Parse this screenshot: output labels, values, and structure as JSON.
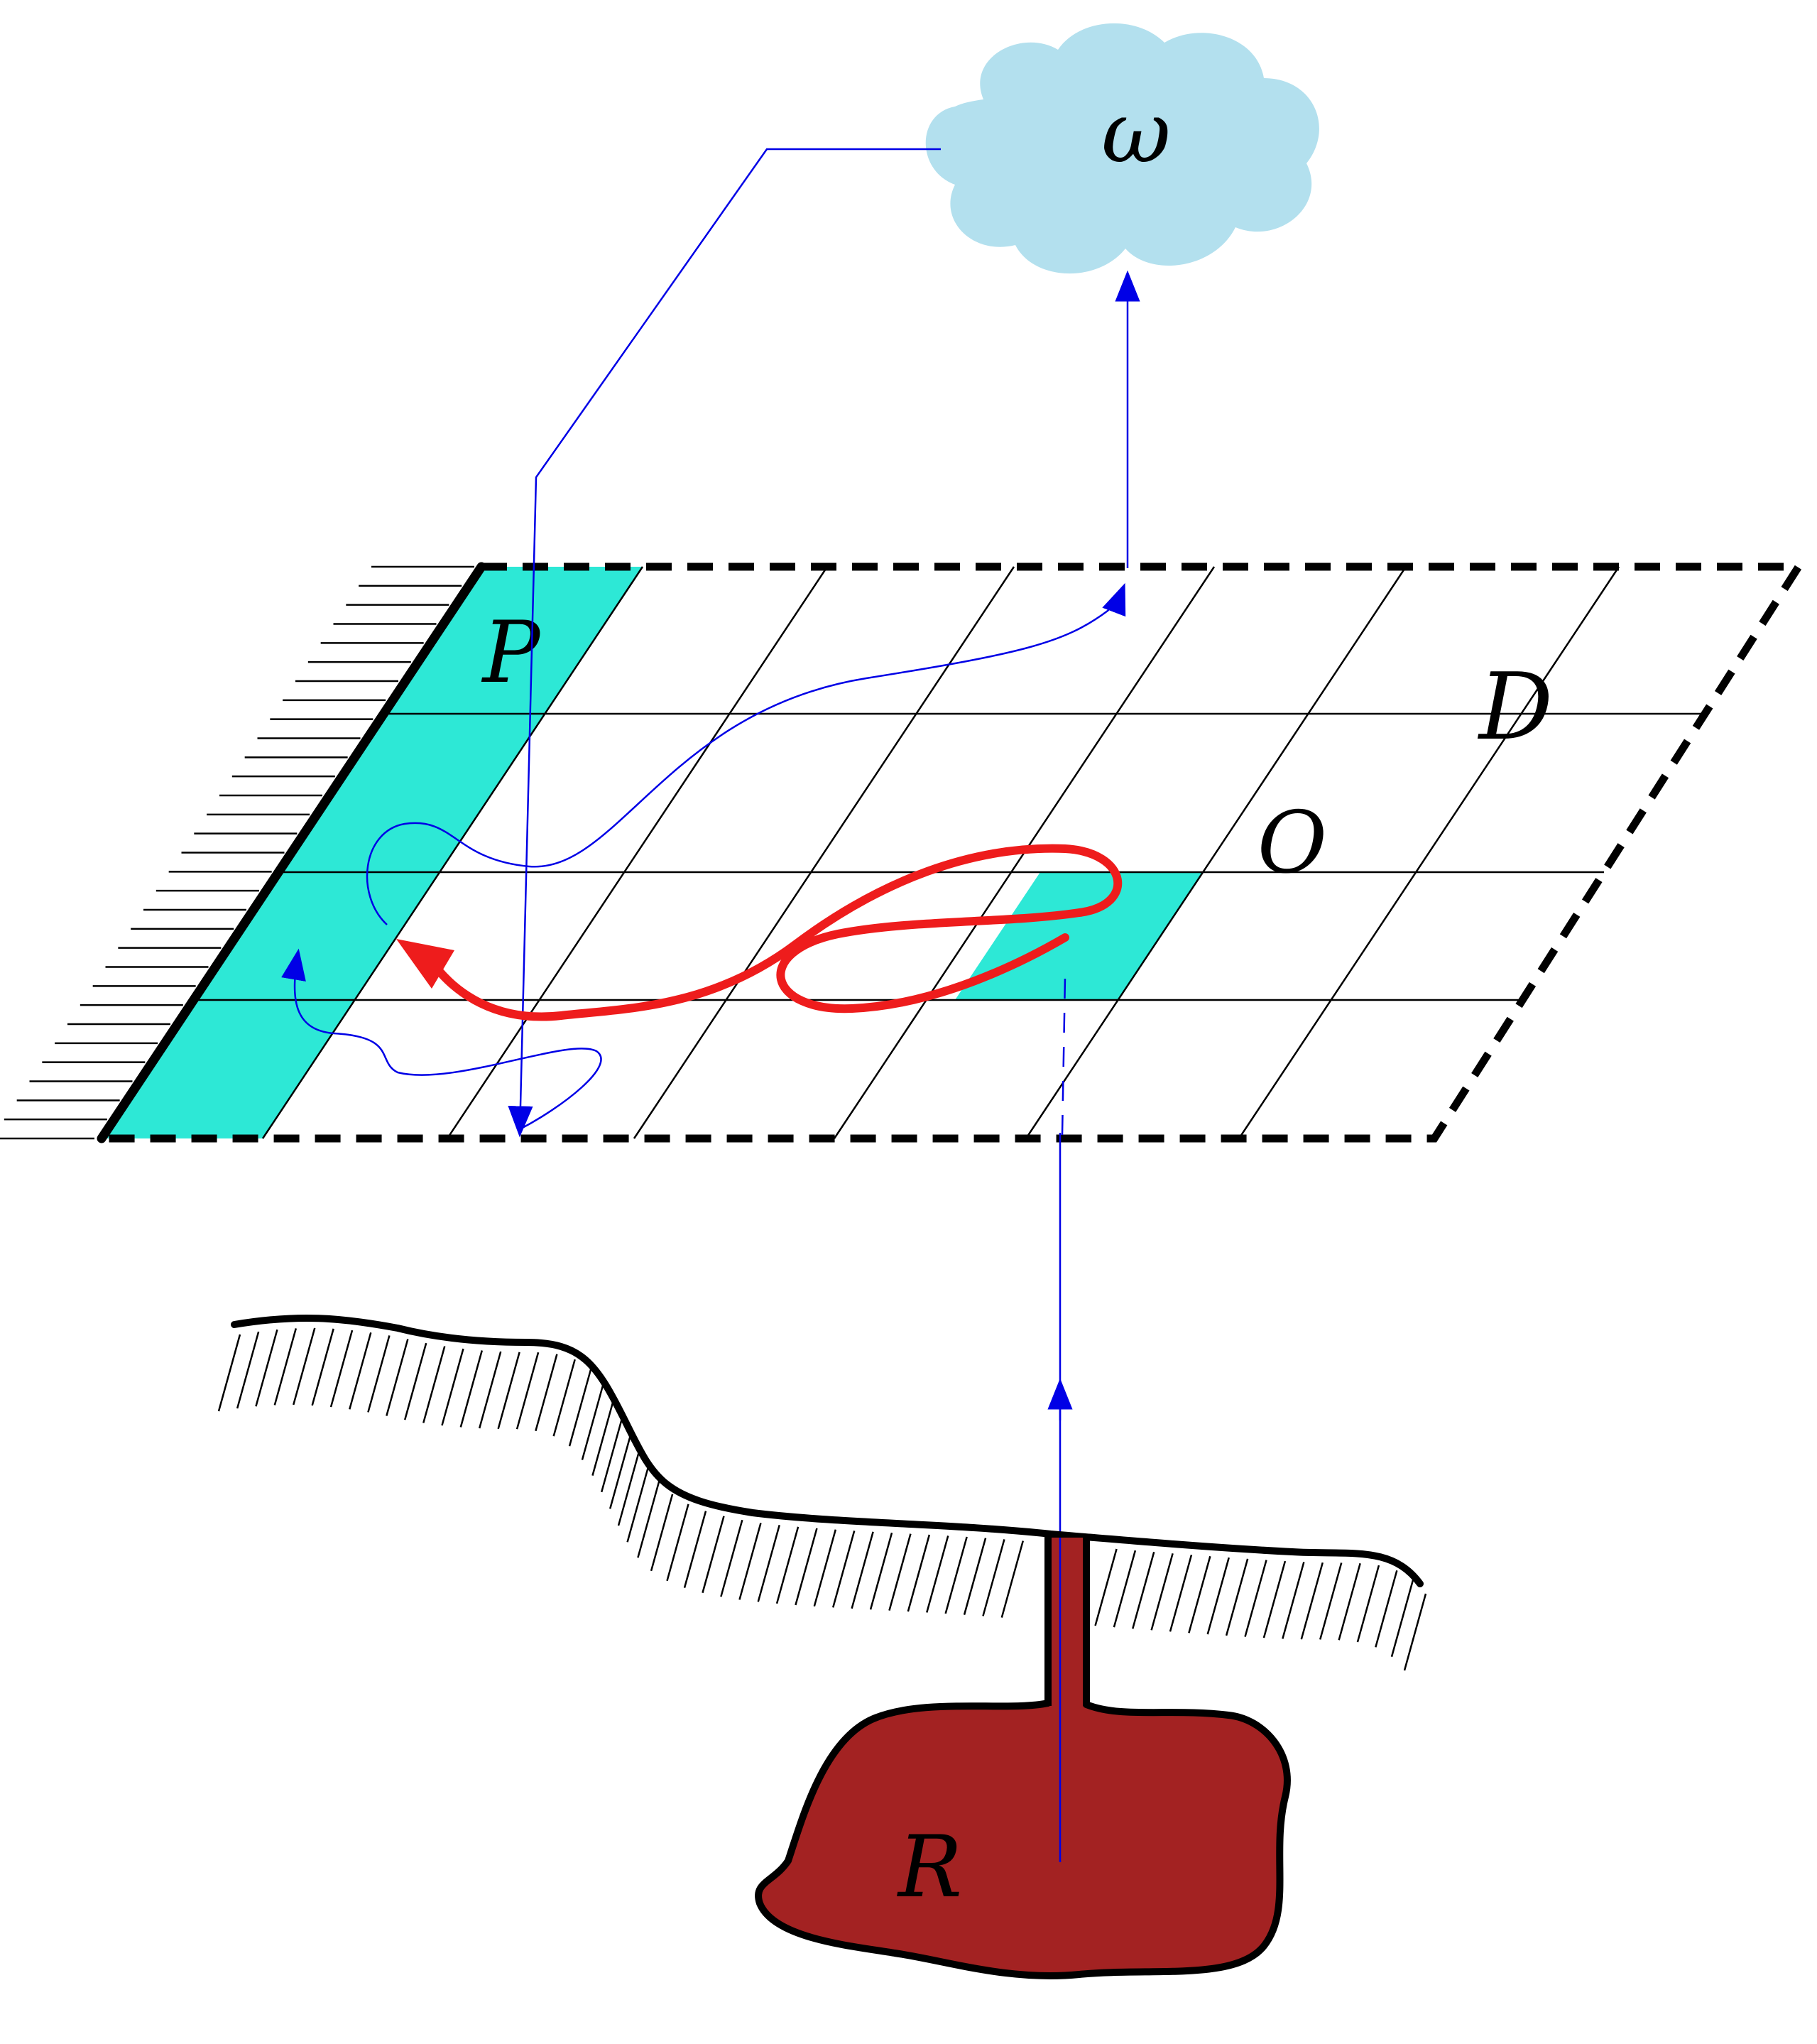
{
  "labels": {
    "cloud": "ω",
    "source_band": "P",
    "domain": "D",
    "observation_cell": "O",
    "reservoir": "R"
  },
  "colors": {
    "cloud_fill": "#b3e0ee",
    "highlight_fill": "#2de8d6",
    "reservoir_fill": "#a32222",
    "trajectory_red": "#ee1c1c",
    "flow_blue": "#0000e6",
    "outline": "#000000",
    "grid_line": "#000000"
  },
  "icons": {
    "cloud": "cloud-shape",
    "reservoir": "blob-shape",
    "ground": "hatched-ground-line",
    "wall": "hatched-wall"
  }
}
